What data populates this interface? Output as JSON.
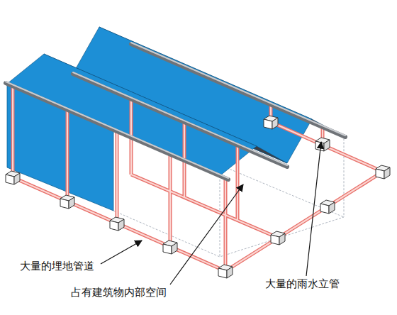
{
  "diagram": {
    "labels": [
      "大量的埋地管道",
      "占有建筑物内部空间",
      "大量的雨水立管"
    ]
  }
}
